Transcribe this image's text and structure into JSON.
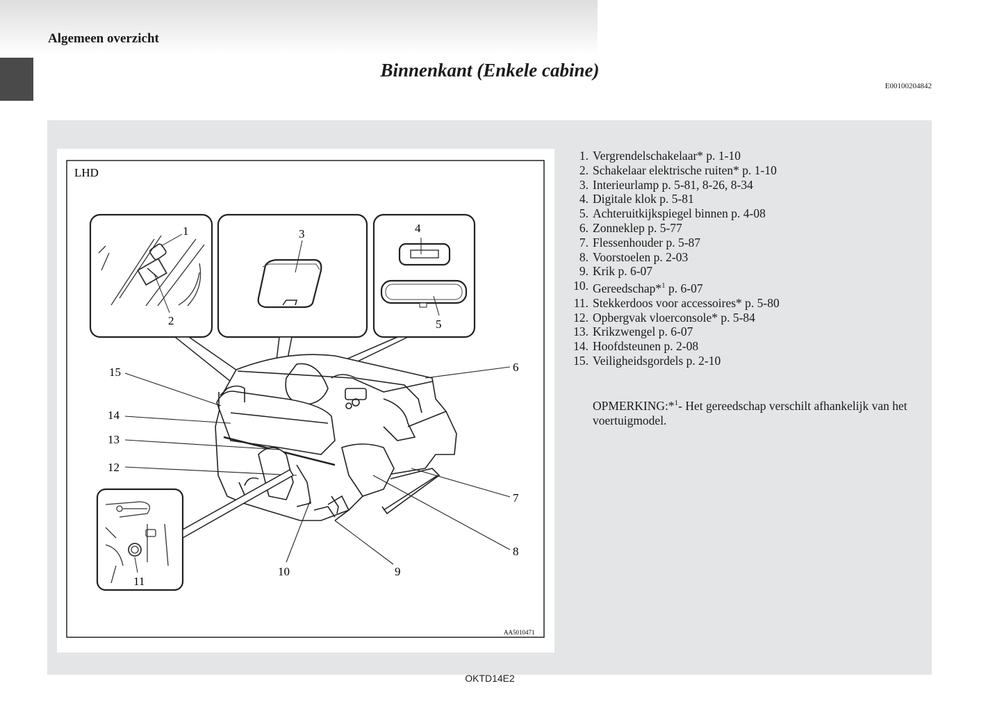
{
  "header": {
    "section": "Algemeen overzicht",
    "title": "Binnenkant (Enkele cabine)",
    "code": "E00100204842"
  },
  "figure": {
    "drive_label": "LHD",
    "image_code": "AA5010471",
    "callouts": [
      "1",
      "2",
      "3",
      "4",
      "5",
      "6",
      "7",
      "8",
      "9",
      "10",
      "11",
      "12",
      "13",
      "14",
      "15"
    ]
  },
  "legend": {
    "items": [
      {
        "num": "1.",
        "text": "Vergrendelschakelaar* p. 1-10"
      },
      {
        "num": "2.",
        "text": "Schakelaar elektrische ruiten* p. 1-10"
      },
      {
        "num": "3.",
        "text": "Interieurlamp p. 5-81, 8-26, 8-34"
      },
      {
        "num": "4.",
        "text": "Digitale klok p. 5-81"
      },
      {
        "num": "5.",
        "text": "Achteruitkijkspiegel binnen p. 4-08"
      },
      {
        "num": "6.",
        "text": "Zonneklep p. 5-77"
      },
      {
        "num": "7.",
        "text": "Flessenhouder p. 5-87"
      },
      {
        "num": "8.",
        "text": "Voorstoelen p. 2-03"
      },
      {
        "num": "9.",
        "text": "Krik p. 6-07"
      },
      {
        "num": "10.",
        "text": "Gereedschap*",
        "sup": "1",
        "suffix": " p. 6-07"
      },
      {
        "num": "11.",
        "text": "Stekkerdoos voor accessoires* p. 5-80"
      },
      {
        "num": "12.",
        "text": "Opbergvak vloerconsole* p. 5-84"
      },
      {
        "num": "13.",
        "text": "Krikzwengel p. 6-07"
      },
      {
        "num": "14.",
        "text": "Hoofdsteunen p. 2-08"
      },
      {
        "num": "15.",
        "text": "Veiligheidsgordels p. 2-10"
      }
    ]
  },
  "note": {
    "label": "OPMERKING:*",
    "sup": "1",
    "text": "- Het gereedschap verschilt afhankelijk van het voertuigmodel."
  },
  "footer": {
    "code": "OKTD14E2"
  }
}
